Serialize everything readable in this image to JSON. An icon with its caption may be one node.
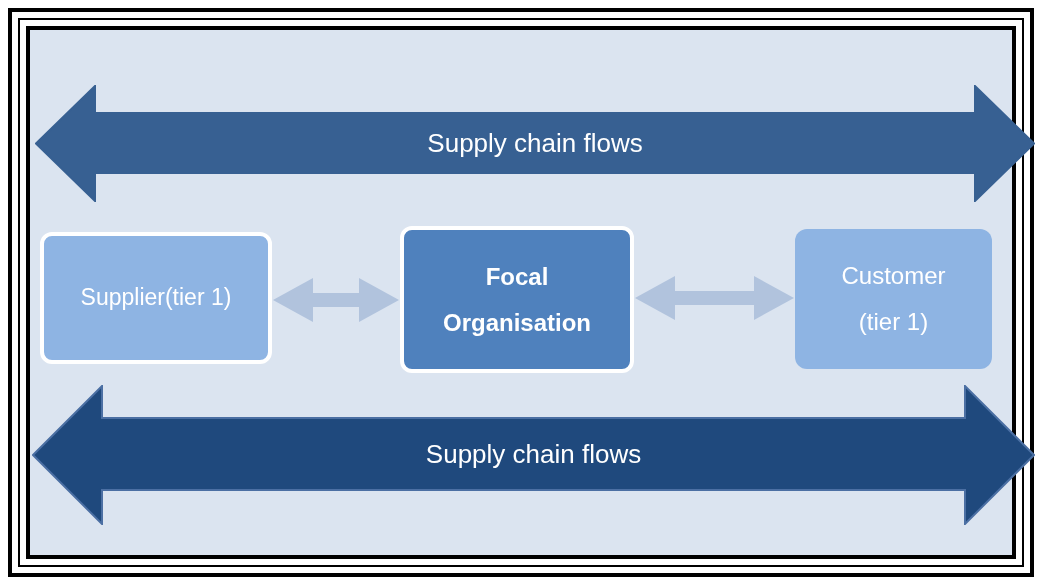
{
  "diagram": {
    "nodes": [
      {
        "text": [
          "Supply chain flows"
        ]
      },
      {
        "text": [
          "Supplier(tier 1)"
        ]
      },
      {
        "text": [
          "Focal Organisation"
        ]
      },
      {
        "text": [
          "Customer (tier 1)"
        ]
      },
      {
        "text": [
          "Supply chain flows"
        ]
      }
    ],
    "edges": [
      {
        "from": 1,
        "to": 2,
        "arrow": "both"
      },
      {
        "from": 2,
        "to": 3,
        "arrow": "both"
      }
    ]
  }
}
